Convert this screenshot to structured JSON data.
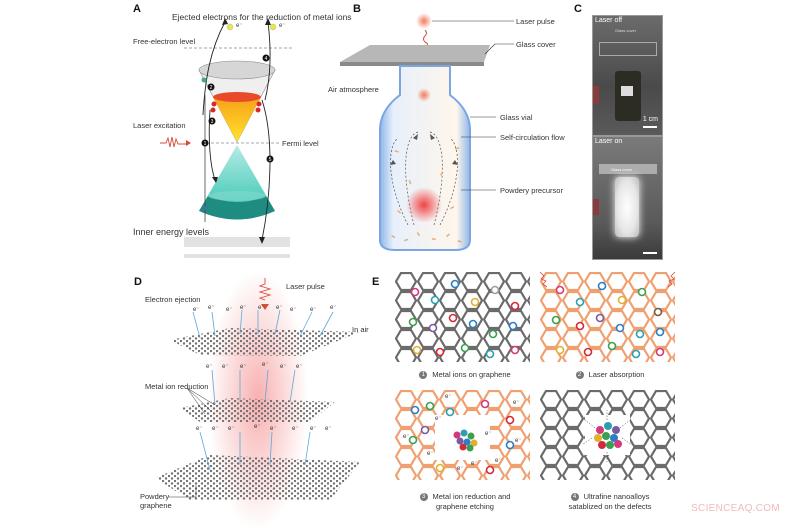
{
  "figure": {
    "panels": {
      "A": {
        "label": "A",
        "title_text": "Ejected electrons for the reduction of metal ions",
        "electron_symbol": "e⁻",
        "levels": {
          "free_electron": "Free-electron level",
          "fermi": "Fermi level",
          "inner": "Inner energy levels"
        },
        "laser_excitation": "Laser excitation",
        "steps": [
          "1",
          "2",
          "3",
          "4",
          "5"
        ]
      },
      "B": {
        "label": "B",
        "callouts": {
          "laser_pulse": "Laser pulse",
          "glass_cover": "Glass cover",
          "air_atmosphere": "Air atmosphere",
          "glass_vial": "Glass vial",
          "self_circulation": "Self-circulation flow",
          "powdery_precursor": "Powdery precursor"
        }
      },
      "C": {
        "label": "C",
        "photos": [
          {
            "caption": "Laser off",
            "inner_label": "Glass cover",
            "scale_bar": "1 cm"
          },
          {
            "caption": "Laser on",
            "inner_label": "Glass cover",
            "scale_bar": ""
          }
        ]
      },
      "D": {
        "label": "D",
        "callouts": {
          "laser_pulse": "Laser pulse",
          "electron_ejection": "Electron ejection",
          "in_air": "In air",
          "metal_ion_reduction": "Metal ion reduction",
          "powdery_graphene": "Powdery graphene"
        },
        "electron_symbol": "e⁻"
      },
      "E": {
        "label": "E",
        "steps": [
          {
            "num": "1",
            "caption": "Metal ions on graphene"
          },
          {
            "num": "2",
            "caption": "Laser absorption"
          },
          {
            "num": "3",
            "caption_line1": "Metal ion reduction and",
            "caption_line2": "graphene etching"
          },
          {
            "num": "4",
            "caption_line1": "Ultrafine nanoalloys",
            "caption_line2": "satablized on the defects"
          }
        ],
        "electron_symbol": "e⁻"
      }
    },
    "colors": {
      "graphene_gray": "#6b6b6b",
      "graphene_heated": "#f0a070",
      "laser_red": "#e0453a",
      "cone_yellow": "#f8c61a",
      "cone_teal": "#1e8c80",
      "electron_yellow": "#e8e64a",
      "arrow_blue": "#5aa9d8"
    },
    "watermark": "SCIENCEAQ.COM"
  }
}
